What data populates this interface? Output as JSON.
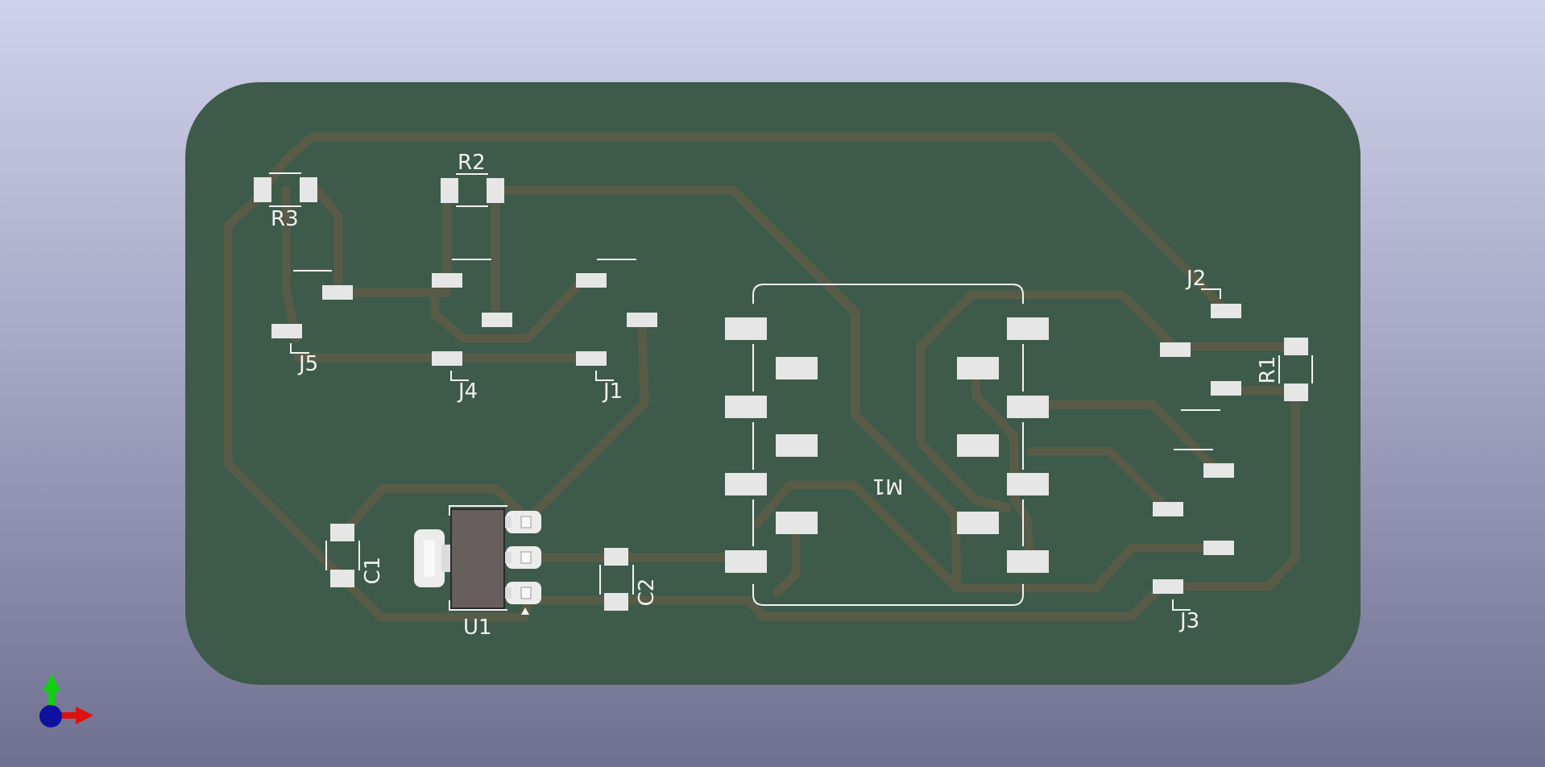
{
  "viewer": {
    "view": "3D board view"
  },
  "colors": {
    "board": "#3d5a4b",
    "trace": "#5a5d47",
    "pad": "#e6e6e6",
    "silkscreen": "#f2f2f2",
    "ic_body": "#675f5d",
    "axis_x": "#e01010",
    "axis_y": "#10d010",
    "axis_z": "#1010a0"
  },
  "components": {
    "r3": "R3",
    "r2": "R2",
    "r1": "R1",
    "j1": "J1",
    "j2": "J2",
    "j3": "J3",
    "j4": "J4",
    "j5": "J5",
    "c1": "C1",
    "c2": "C2",
    "u1": "U1",
    "m1": "M1"
  },
  "axes": {
    "x": "x-axis-arrow",
    "y": "y-axis-arrow",
    "z": "z-axis-dot"
  }
}
